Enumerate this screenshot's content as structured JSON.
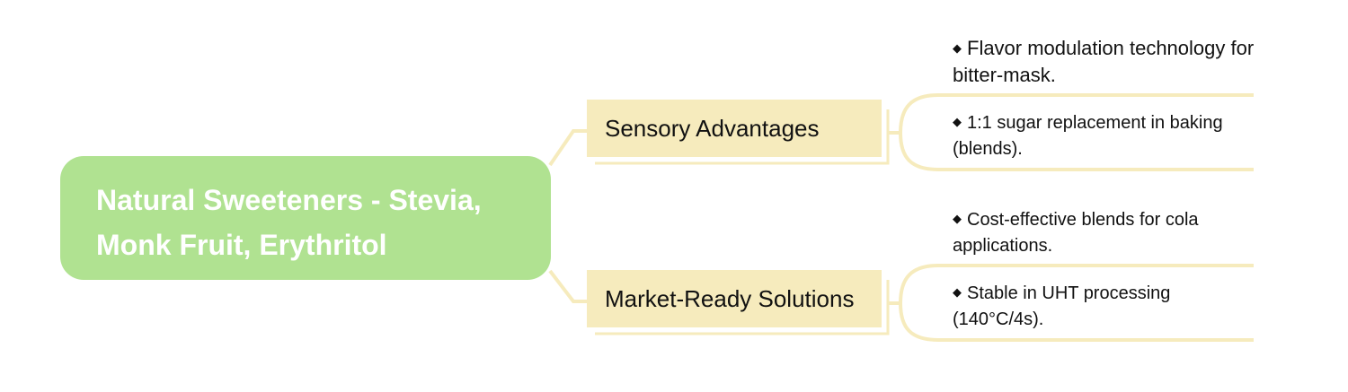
{
  "root": {
    "line1": "Natural Sweeteners - Stevia,",
    "line2": "Monk Fruit, Erythritol"
  },
  "branches": [
    {
      "label": "Sensory Advantages",
      "leaves": [
        "Flavor modulation technology for bitter-mask.",
        "1:1 sugar replacement in baking (blends)."
      ]
    },
    {
      "label": "Market-Ready Solutions",
      "leaves": [
        "Cost-effective blends for cola applications.",
        "Stable in UHT processing (140°C/4s)."
      ]
    }
  ],
  "bullet_glyph": "◆",
  "colors": {
    "root_fill": "#b0e291",
    "root_text": "#ffffff",
    "branch_fill": "#f6ebbd",
    "connector": "#f6ebbd"
  }
}
